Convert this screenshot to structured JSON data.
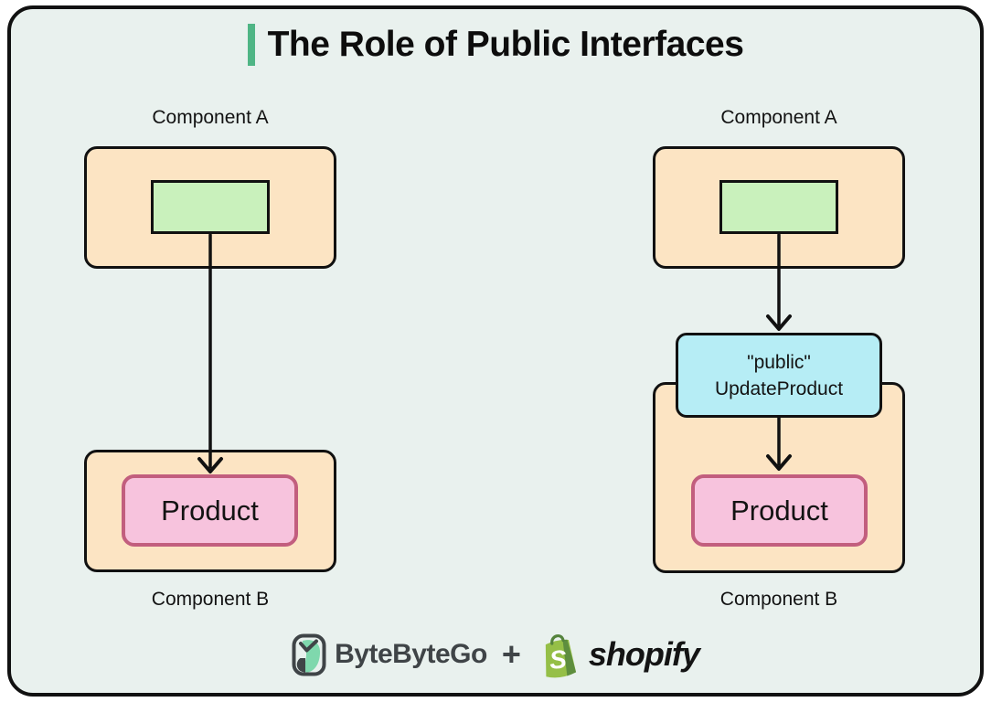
{
  "title": "The Role of Public Interfaces",
  "diagram": {
    "left": {
      "top_label": "Component A",
      "bottom_label": "Component B",
      "product_label": "Product"
    },
    "right": {
      "top_label": "Component A",
      "bottom_label": "Component B",
      "interface_line1": "\"public\"",
      "interface_line2": "UpdateProduct",
      "product_label": "Product"
    }
  },
  "footer": {
    "bytebytego_label": "ByteByteGo",
    "plus_label": "+",
    "shopify_label": "shopify",
    "shopify_bag_initial": "S"
  },
  "colors": {
    "page-bg": "#ffffff",
    "panel-bg": "#e9f1ee",
    "panel-border": "#111111",
    "accent-green": "#4fb585",
    "peach-fill": "#fce4c3",
    "green-fill": "#c9f1bc",
    "pink-fill": "#f7c3dd",
    "pink-border": "#c25e7e",
    "cyan-fill": "#b6edf5",
    "ink": "#111111",
    "ink-gray": "#3f4447",
    "bytebytego-mint": "#7fd8ad",
    "shopify-green": "#95bf47",
    "shopify-green-dark": "#5e8e3e"
  }
}
